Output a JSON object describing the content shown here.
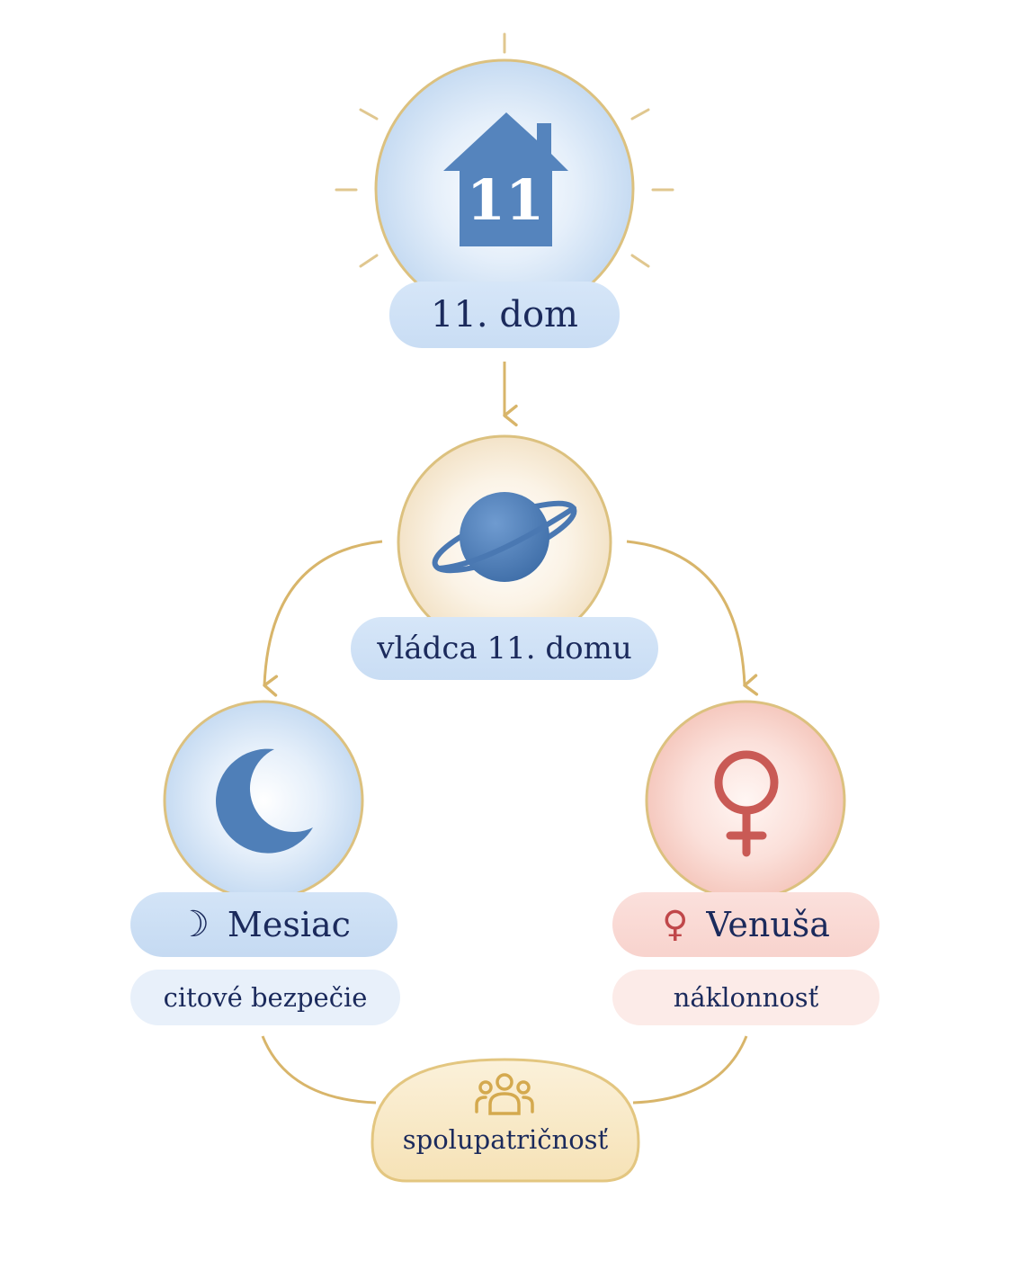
{
  "house": {
    "number": "11",
    "label": "11. dom"
  },
  "ruler": {
    "label": "vládca 11. domu"
  },
  "moon": {
    "glyph": "☽",
    "label": "Mesiac",
    "meaning": "citové bezpečie"
  },
  "venus": {
    "glyph": "♀",
    "label": "Venuša",
    "meaning": "náklonnosť"
  },
  "belonging": {
    "label": "spolupatričnosť"
  },
  "colors": {
    "gold": "#d8b56a",
    "blue_icon": "#4f7fb8",
    "navy_text": "#1b2a5c",
    "venus_red": "#c95a55",
    "people_icon": "#d4a94e"
  },
  "icons": [
    "house-icon",
    "saturn-planet-icon",
    "crescent-moon-icon",
    "venus-symbol-icon",
    "people-group-icon"
  ]
}
